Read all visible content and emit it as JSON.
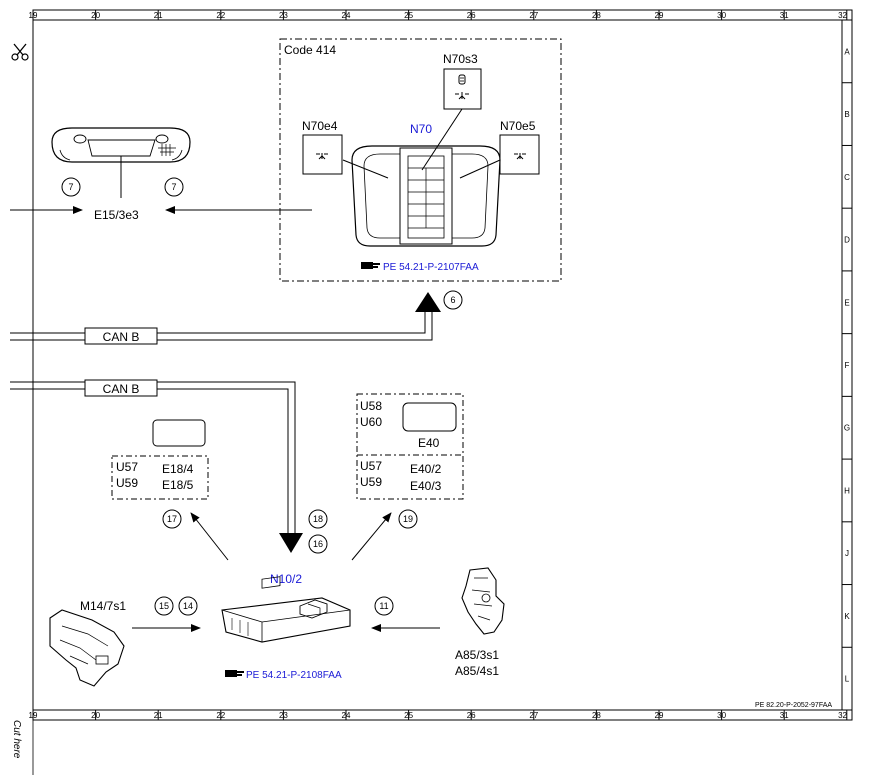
{
  "frame": {
    "columns": [
      "19",
      "20",
      "21",
      "22",
      "23",
      "24",
      "25",
      "26",
      "27",
      "28",
      "29",
      "30",
      "31",
      "32"
    ],
    "rows": [
      "A",
      "B",
      "C",
      "D",
      "E",
      "F",
      "G",
      "H",
      "J",
      "K",
      "L"
    ],
    "doc_number": "PE 82.20-P-2052-97FAA",
    "cut_label": "Cut here"
  },
  "group_414": {
    "title": "Code 414",
    "n70": "N70",
    "n70e4": "N70e4",
    "n70e5": "N70e5",
    "n70s3": "N70s3",
    "ref_text": "PE 54.21-P-2107FAA"
  },
  "e15": {
    "label": "E15/3e3",
    "circle_left": "7",
    "circle_right": "7"
  },
  "can_bus": {
    "label_top": "CAN B",
    "label_bottom": "CAN B",
    "circle_6": "6"
  },
  "group_e18": {
    "row1_code": "U57",
    "row2_code": "U59",
    "row1_item": "E18/4",
    "row2_item": "E18/5"
  },
  "group_e40": {
    "top_code1": "U58",
    "top_code2": "U60",
    "top_item": "E40",
    "row1_code": "U57",
    "row2_code": "U59",
    "row1_item": "E40/2",
    "row2_item": "E40/3"
  },
  "circles": {
    "c17": "17",
    "c18": "18",
    "c16": "16",
    "c19": "19",
    "c15": "15",
    "c14": "14",
    "c11": "11"
  },
  "n10": {
    "label": "N10/2",
    "ref_text": "PE 54.21-P-2108FAA"
  },
  "m14": {
    "label": "M14/7s1"
  },
  "a85": {
    "label1": "A85/3s1",
    "label2": "A85/4s1"
  }
}
